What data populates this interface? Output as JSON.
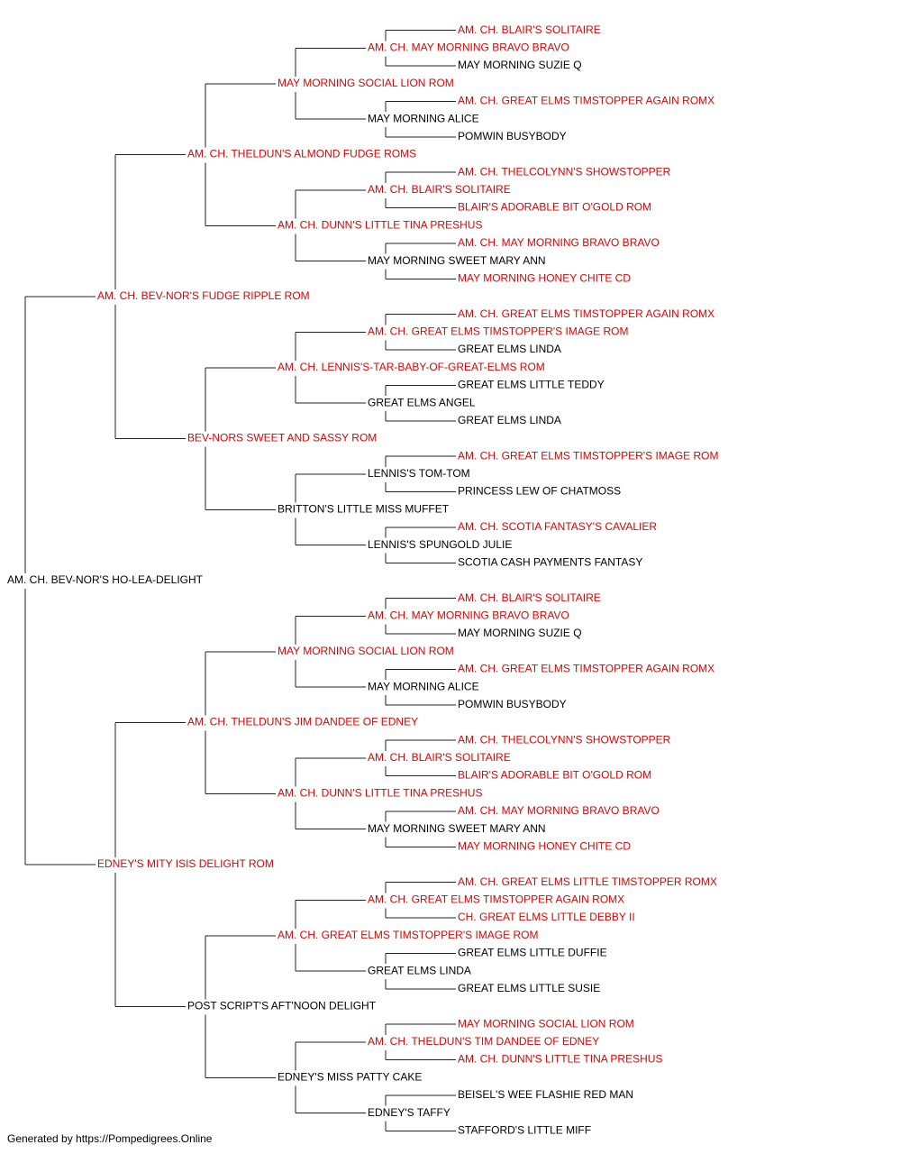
{
  "colors": {
    "champion": "#e00000",
    "regular": "#000000",
    "line": "#222222"
  },
  "pedigree": {
    "name": "AM. CH. BEV-NOR'S HO-LEA-DELIGHT",
    "red": false,
    "sire": {
      "name": "AM. CH. BEV-NOR'S FUDGE RIPPLE ROM",
      "red": true,
      "sire": {
        "name": "AM. CH. THELDUN'S ALMOND FUDGE ROMS",
        "red": true,
        "sire": {
          "name": "MAY MORNING SOCIAL LION ROM",
          "red": true,
          "sire": {
            "name": "AM. CH. MAY MORNING BRAVO BRAVO",
            "red": true,
            "sire": {
              "name": "AM. CH. BLAIR'S SOLITAIRE",
              "red": true
            },
            "dam": {
              "name": "MAY MORNING SUZIE Q",
              "red": false
            }
          },
          "dam": {
            "name": "MAY MORNING ALICE",
            "red": false,
            "sire": {
              "name": "AM. CH. GREAT ELMS TIMSTOPPER AGAIN ROMX",
              "red": true
            },
            "dam": {
              "name": "POMWIN BUSYBODY",
              "red": false
            }
          }
        },
        "dam": {
          "name": "AM. CH. DUNN'S LITTLE TINA PRESHUS",
          "red": true,
          "sire": {
            "name": "AM. CH. BLAIR'S SOLITAIRE",
            "red": true,
            "sire": {
              "name": "AM. CH. THELCOLYNN'S SHOWSTOPPER",
              "red": true
            },
            "dam": {
              "name": "BLAIR'S ADORABLE BIT O'GOLD ROM",
              "red": true
            }
          },
          "dam": {
            "name": "MAY MORNING SWEET MARY ANN",
            "red": false,
            "sire": {
              "name": "AM. CH. MAY MORNING BRAVO BRAVO",
              "red": true
            },
            "dam": {
              "name": "MAY MORNING HONEY CHITE CD",
              "red": true
            }
          }
        }
      },
      "dam": {
        "name": "BEV-NORS SWEET AND SASSY ROM",
        "red": true,
        "sire": {
          "name": "AM. CH. LENNIS'S-TAR-BABY-OF-GREAT-ELMS ROM",
          "red": true,
          "sire": {
            "name": "AM. CH. GREAT ELMS TIMSTOPPER'S IMAGE ROM",
            "red": true,
            "sire": {
              "name": "AM. CH. GREAT ELMS TIMSTOPPER AGAIN ROMX",
              "red": true
            },
            "dam": {
              "name": "GREAT ELMS LINDA",
              "red": false
            }
          },
          "dam": {
            "name": "GREAT ELMS ANGEL",
            "red": false,
            "sire": {
              "name": "GREAT ELMS LITTLE TEDDY",
              "red": false
            },
            "dam": {
              "name": "GREAT ELMS LINDA",
              "red": false
            }
          }
        },
        "dam": {
          "name": "BRITTON'S LITTLE MISS MUFFET",
          "red": false,
          "sire": {
            "name": "LENNIS'S TOM-TOM",
            "red": false,
            "sire": {
              "name": "AM. CH. GREAT ELMS TIMSTOPPER'S IMAGE ROM",
              "red": true
            },
            "dam": {
              "name": "PRINCESS LEW OF CHATMOSS",
              "red": false
            }
          },
          "dam": {
            "name": "LENNIS'S SPUNGOLD JULIE",
            "red": false,
            "sire": {
              "name": "AM. CH. SCOTIA FANTASY'S CAVALIER",
              "red": true
            },
            "dam": {
              "name": "SCOTIA CASH PAYMENTS FANTASY",
              "red": false
            }
          }
        }
      }
    },
    "dam": {
      "name": "EDNEY'S MITY ISIS DELIGHT ROM",
      "red": true,
      "sire": {
        "name": "AM. CH. THELDUN'S JIM DANDEE OF EDNEY",
        "red": true,
        "sire": {
          "name": "MAY MORNING SOCIAL LION ROM",
          "red": true,
          "sire": {
            "name": "AM. CH. MAY MORNING BRAVO BRAVO",
            "red": true,
            "sire": {
              "name": "AM. CH. BLAIR'S SOLITAIRE",
              "red": true
            },
            "dam": {
              "name": "MAY MORNING SUZIE Q",
              "red": false
            }
          },
          "dam": {
            "name": "MAY MORNING ALICE",
            "red": false,
            "sire": {
              "name": "AM. CH. GREAT ELMS TIMSTOPPER AGAIN ROMX",
              "red": true
            },
            "dam": {
              "name": "POMWIN BUSYBODY",
              "red": false
            }
          }
        },
        "dam": {
          "name": "AM. CH. DUNN'S LITTLE TINA PRESHUS",
          "red": true,
          "sire": {
            "name": "AM. CH. BLAIR'S SOLITAIRE",
            "red": true,
            "sire": {
              "name": "AM. CH. THELCOLYNN'S SHOWSTOPPER",
              "red": true
            },
            "dam": {
              "name": "BLAIR'S ADORABLE BIT O'GOLD ROM",
              "red": true
            }
          },
          "dam": {
            "name": "MAY MORNING SWEET MARY ANN",
            "red": false,
            "sire": {
              "name": "AM. CH. MAY MORNING BRAVO BRAVO",
              "red": true
            },
            "dam": {
              "name": "MAY MORNING HONEY CHITE CD",
              "red": true
            }
          }
        }
      },
      "dam": {
        "name": "POST SCRIPT'S AFT'NOON DELIGHT",
        "red": false,
        "sire": {
          "name": "AM. CH. GREAT ELMS TIMSTOPPER'S IMAGE ROM",
          "red": true,
          "sire": {
            "name": "AM. CH. GREAT ELMS TIMSTOPPER AGAIN ROMX",
            "red": true,
            "sire": {
              "name": "AM. CH. GREAT ELMS LITTLE TIMSTOPPER ROMX",
              "red": true
            },
            "dam": {
              "name": "CH. GREAT ELMS LITTLE DEBBY II",
              "red": true
            }
          },
          "dam": {
            "name": "GREAT ELMS LINDA",
            "red": false,
            "sire": {
              "name": "GREAT ELMS LITTLE DUFFIE",
              "red": false
            },
            "dam": {
              "name": "GREAT ELMS LITTLE SUSIE",
              "red": false
            }
          }
        },
        "dam": {
          "name": "EDNEY'S MISS PATTY CAKE",
          "red": false,
          "sire": {
            "name": "AM. CH. THELDUN'S TIM DANDEE OF EDNEY",
            "red": true,
            "sire": {
              "name": "MAY MORNING SOCIAL LION ROM",
              "red": true
            },
            "dam": {
              "name": "AM. CH. DUNN'S LITTLE TINA PRESHUS",
              "red": true
            }
          },
          "dam": {
            "name": "EDNEY'S TAFFY",
            "red": false,
            "sire": {
              "name": "BEISEL'S WEE FLASHIE RED MAN",
              "red": false
            },
            "dam": {
              "name": "STAFFORD'S LITTLE MIFF",
              "red": false
            }
          }
        }
      }
    }
  },
  "footer": {
    "text": "Generated by https://Pompedigrees.Online"
  }
}
